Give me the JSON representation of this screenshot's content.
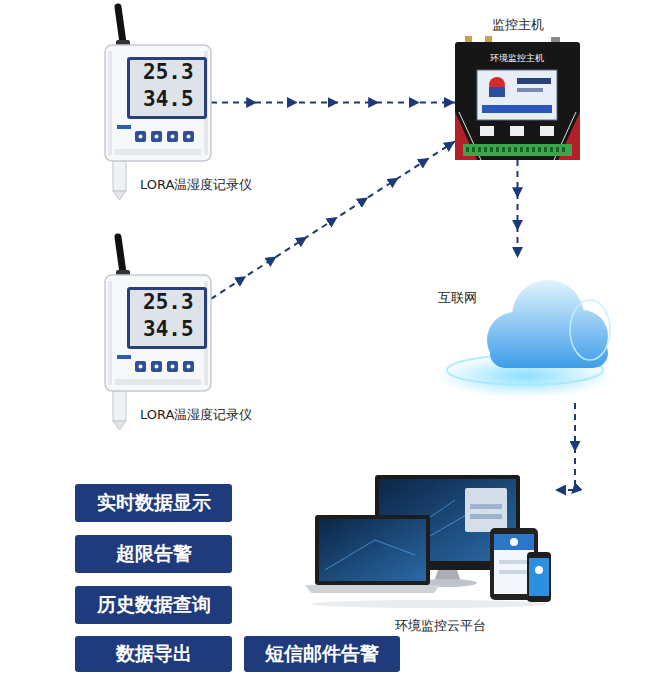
{
  "diagram": {
    "nodes": [
      {
        "text": [
          "25.3",
          "34.5",
          "LORA温湿度记录仪"
        ]
      },
      {
        "text": [
          "25.3",
          "34.5",
          "LORA温湿度记录仪"
        ]
      },
      {
        "text": [
          "监控主机",
          "环境监控主机"
        ]
      },
      {
        "text": [
          "互联网"
        ]
      },
      {
        "text": [
          "环境监控云平台"
        ]
      },
      {
        "text": [
          "实时数据显示"
        ]
      },
      {
        "text": [
          "超限告警"
        ]
      },
      {
        "text": [
          "历史数据查询"
        ]
      },
      {
        "text": [
          "数据导出"
        ]
      },
      {
        "text": [
          "短信邮件告警"
        ]
      }
    ],
    "edges": [
      {
        "from": 0,
        "to": 2,
        "arrow": "to"
      },
      {
        "from": 1,
        "to": 2,
        "arrow": "to"
      },
      {
        "from": 2,
        "to": 3,
        "arrow": "to"
      },
      {
        "from": 3,
        "to": 4,
        "arrow": "to"
      }
    ]
  }
}
